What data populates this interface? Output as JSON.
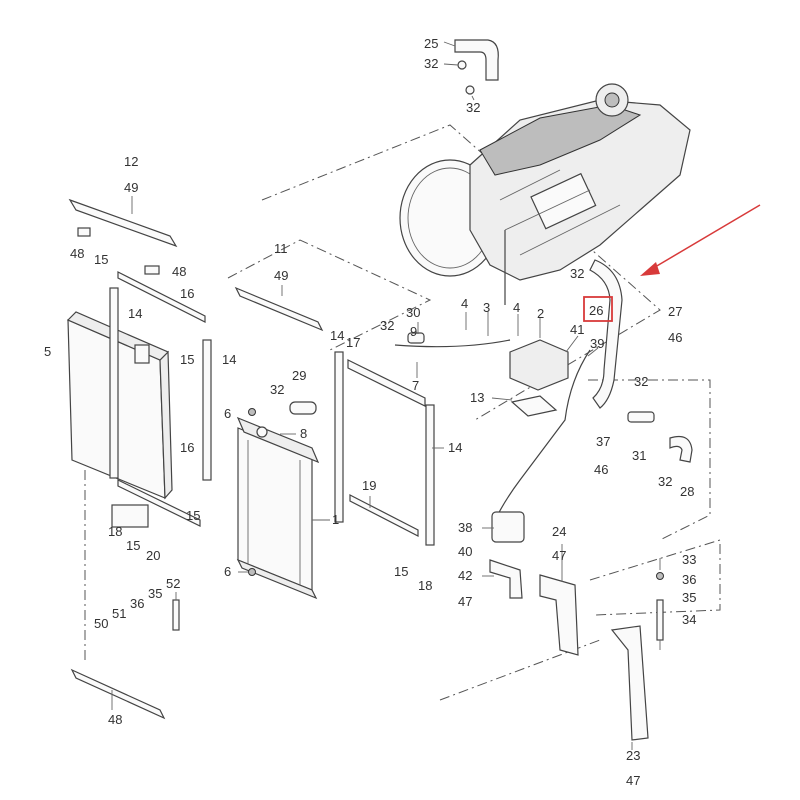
{
  "callouts": [
    {
      "id": "c25",
      "text": "25"
    },
    {
      "id": "c32a",
      "text": "32"
    },
    {
      "id": "c32b",
      "text": "32"
    },
    {
      "id": "c12",
      "text": "12"
    },
    {
      "id": "c49a",
      "text": "49"
    },
    {
      "id": "c48a",
      "text": "48"
    },
    {
      "id": "c15a",
      "text": "15"
    },
    {
      "id": "c48b",
      "text": "48"
    },
    {
      "id": "c16a",
      "text": "16"
    },
    {
      "id": "c14a",
      "text": "14"
    },
    {
      "id": "c5",
      "text": "5"
    },
    {
      "id": "c15b",
      "text": "15"
    },
    {
      "id": "c14b",
      "text": "14"
    },
    {
      "id": "c11",
      "text": "11"
    },
    {
      "id": "c49b",
      "text": "49"
    },
    {
      "id": "c30",
      "text": "30"
    },
    {
      "id": "c32c",
      "text": "32"
    },
    {
      "id": "c9",
      "text": "9"
    },
    {
      "id": "c14c",
      "text": "14"
    },
    {
      "id": "c17",
      "text": "17"
    },
    {
      "id": "c4a",
      "text": "4"
    },
    {
      "id": "c3",
      "text": "3"
    },
    {
      "id": "c4b",
      "text": "4"
    },
    {
      "id": "c2",
      "text": "2"
    },
    {
      "id": "c41",
      "text": "41"
    },
    {
      "id": "c39",
      "text": "39"
    },
    {
      "id": "c32d",
      "text": "32"
    },
    {
      "id": "c26",
      "text": "26"
    },
    {
      "id": "c27",
      "text": "27"
    },
    {
      "id": "c46a",
      "text": "46"
    },
    {
      "id": "c32e",
      "text": "32"
    },
    {
      "id": "c7",
      "text": "7"
    },
    {
      "id": "c29",
      "text": "29"
    },
    {
      "id": "c32f",
      "text": "32"
    },
    {
      "id": "c6a",
      "text": "6"
    },
    {
      "id": "c8",
      "text": "8"
    },
    {
      "id": "c13",
      "text": "13"
    },
    {
      "id": "c37",
      "text": "37"
    },
    {
      "id": "c31",
      "text": "31"
    },
    {
      "id": "c46b",
      "text": "46"
    },
    {
      "id": "c28",
      "text": "28"
    },
    {
      "id": "c32g",
      "text": "32"
    },
    {
      "id": "c16b",
      "text": "16"
    },
    {
      "id": "c15c",
      "text": "15"
    },
    {
      "id": "c14d",
      "text": "14"
    },
    {
      "id": "c1",
      "text": "1"
    },
    {
      "id": "c19",
      "text": "19"
    },
    {
      "id": "c18a",
      "text": "18"
    },
    {
      "id": "c15d",
      "text": "15"
    },
    {
      "id": "c20",
      "text": "20"
    },
    {
      "id": "c38",
      "text": "38"
    },
    {
      "id": "c40",
      "text": "40"
    },
    {
      "id": "c24",
      "text": "24"
    },
    {
      "id": "c47a",
      "text": "47"
    },
    {
      "id": "c42",
      "text": "42"
    },
    {
      "id": "c47b",
      "text": "47"
    },
    {
      "id": "c33",
      "text": "33"
    },
    {
      "id": "c36a",
      "text": "36"
    },
    {
      "id": "c35a",
      "text": "35"
    },
    {
      "id": "c34",
      "text": "34"
    },
    {
      "id": "c6b",
      "text": "6"
    },
    {
      "id": "c15e",
      "text": "15"
    },
    {
      "id": "c18b",
      "text": "18"
    },
    {
      "id": "c50",
      "text": "50"
    },
    {
      "id": "c51",
      "text": "51"
    },
    {
      "id": "c36b",
      "text": "36"
    },
    {
      "id": "c35b",
      "text": "35"
    },
    {
      "id": "c52",
      "text": "52"
    },
    {
      "id": "c48c",
      "text": "48"
    },
    {
      "id": "c23",
      "text": "23"
    },
    {
      "id": "c47c",
      "text": "47"
    }
  ],
  "highlight": {
    "part_number": "26",
    "box_color": "#d83a3a",
    "arrow_color": "#d83a3a"
  },
  "colors": {
    "line": "#444444",
    "label": "#333333"
  }
}
